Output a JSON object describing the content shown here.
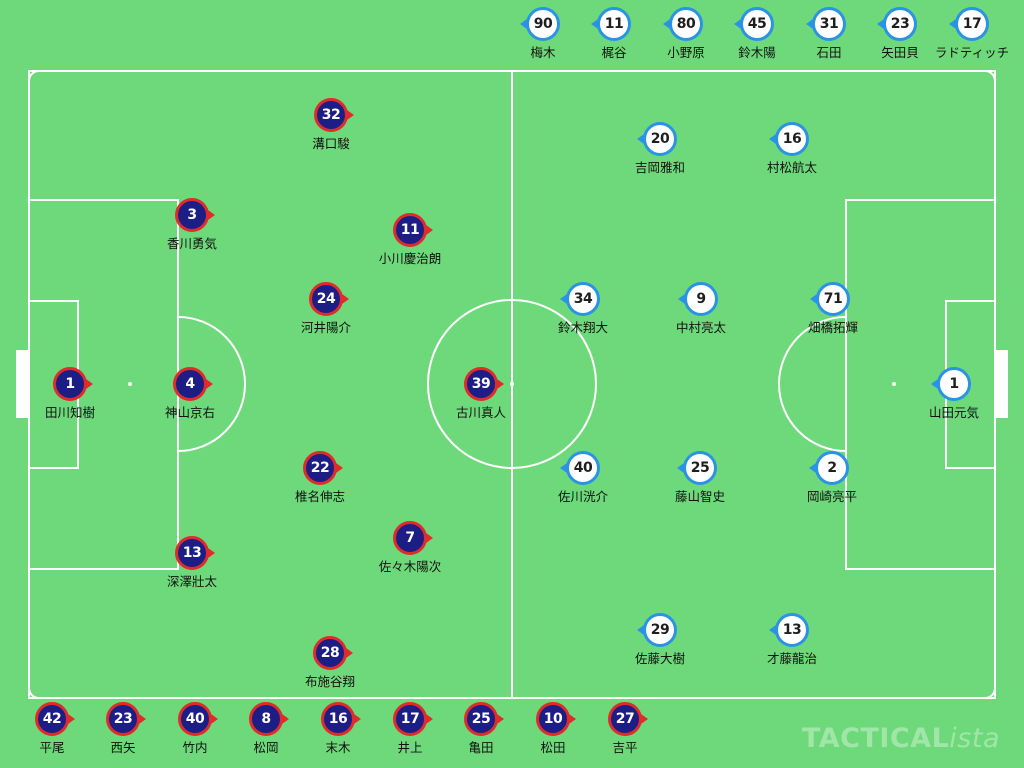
{
  "colors": {
    "pitch": "#6ed97a",
    "lines": "#ffffff",
    "home_fill": "#1d1d86",
    "home_ring": "#e02b2b",
    "away_fill": "#ffffff",
    "away_ring": "#2a93e6"
  },
  "watermark": {
    "main": "TACTICAL",
    "italic": "ista"
  },
  "home": {
    "starters": [
      {
        "number": "1",
        "name": "田川知樹"
      },
      {
        "number": "4",
        "name": "神山京右"
      },
      {
        "number": "3",
        "name": "香川勇気"
      },
      {
        "number": "13",
        "name": "深澤壯太"
      },
      {
        "number": "32",
        "name": "溝口駿"
      },
      {
        "number": "24",
        "name": "河井陽介"
      },
      {
        "number": "22",
        "name": "椎名伸志"
      },
      {
        "number": "28",
        "name": "布施谷翔"
      },
      {
        "number": "11",
        "name": "小川慶治朗"
      },
      {
        "number": "7",
        "name": "佐々木陽次"
      },
      {
        "number": "39",
        "name": "古川真人"
      }
    ],
    "subs": [
      {
        "number": "42",
        "name": "平尾"
      },
      {
        "number": "23",
        "name": "西矢"
      },
      {
        "number": "40",
        "name": "竹内"
      },
      {
        "number": "8",
        "name": "松岡"
      },
      {
        "number": "16",
        "name": "末木"
      },
      {
        "number": "17",
        "name": "井上"
      },
      {
        "number": "25",
        "name": "亀田"
      },
      {
        "number": "10",
        "name": "松田"
      },
      {
        "number": "27",
        "name": "吉平"
      }
    ]
  },
  "away": {
    "starters": [
      {
        "number": "1",
        "name": "山田元気"
      },
      {
        "number": "71",
        "name": "畑橋拓輝"
      },
      {
        "number": "2",
        "name": "岡崎亮平"
      },
      {
        "number": "9",
        "name": "中村亮太"
      },
      {
        "number": "25",
        "name": "藤山智史"
      },
      {
        "number": "34",
        "name": "鈴木翔大"
      },
      {
        "number": "40",
        "name": "佐川洸介"
      },
      {
        "number": "20",
        "name": "吉岡雅和"
      },
      {
        "number": "16",
        "name": "村松航太"
      },
      {
        "number": "29",
        "name": "佐藤大樹"
      },
      {
        "number": "13",
        "name": "才藤龍治"
      }
    ],
    "subs": [
      {
        "number": "90",
        "name": "梅木"
      },
      {
        "number": "11",
        "name": "梶谷"
      },
      {
        "number": "80",
        "name": "小野原"
      },
      {
        "number": "45",
        "name": "鈴木陽"
      },
      {
        "number": "31",
        "name": "石田"
      },
      {
        "number": "23",
        "name": "矢田貝"
      },
      {
        "number": "17",
        "name": "ラドティッチ"
      }
    ]
  }
}
